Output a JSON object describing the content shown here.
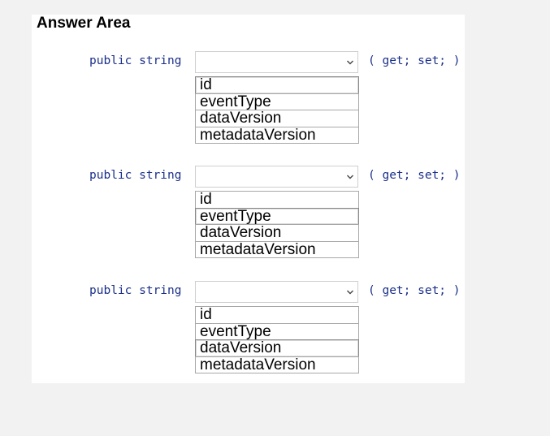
{
  "title": "Answer Area",
  "rows": [
    {
      "prefix": "public string",
      "suffix": "( get; set; )",
      "selected": "",
      "options": [
        "id",
        "eventType",
        "dataVersion",
        "metadataVersion"
      ]
    },
    {
      "prefix": "public string",
      "suffix": "( get; set; )",
      "selected": "",
      "options": [
        "id",
        "eventType",
        "dataVersion",
        "metadataVersion"
      ]
    },
    {
      "prefix": "public string",
      "suffix": "( get; set; )",
      "selected": "",
      "options": [
        "id",
        "eventType",
        "dataVersion",
        "metadataVersion"
      ]
    }
  ],
  "colors": {
    "code_text": "#1a2f8a",
    "panel_bg": "#ffffff",
    "page_bg": "#f2f2f2"
  },
  "icons": {
    "dropdown": "chevron-down-icon"
  }
}
